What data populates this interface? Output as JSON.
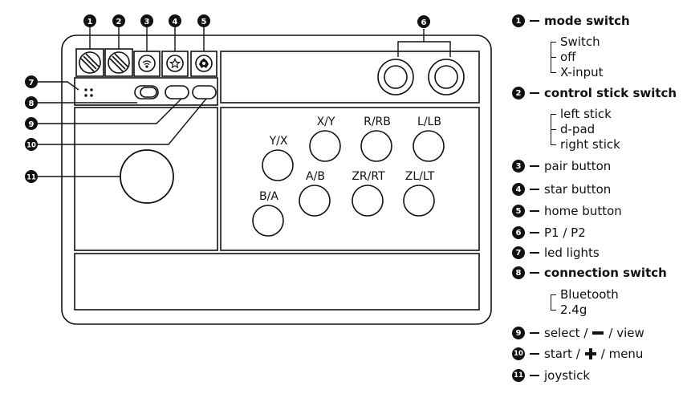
{
  "buttons": {
    "xy": "X/Y",
    "rrb": "R/RB",
    "llb": "L/LB",
    "yx": "Y/X",
    "ab": "A/B",
    "zrrt": "ZR/RT",
    "zllt": "ZL/LT",
    "ba": "B/A"
  },
  "callouts": [
    "❶",
    "❷",
    "❸",
    "❹",
    "❺",
    "❻",
    "❼",
    "❽",
    "❾",
    "❿",
    "⓫"
  ],
  "legend": {
    "item1": {
      "label": "mode switch",
      "options": [
        "Switch",
        "off",
        "X-input"
      ]
    },
    "item2": {
      "label": "control stick switch",
      "options": [
        "left stick",
        "d-pad",
        "right stick"
      ]
    },
    "item3": {
      "label": "pair button"
    },
    "item4": {
      "label": "star button"
    },
    "item5": {
      "label": "home button"
    },
    "item6": {
      "label": "P1 / P2"
    },
    "item7": {
      "label": "led lights"
    },
    "item8": {
      "label": "connection switch",
      "options": [
        "Bluetooth",
        "2.4g"
      ]
    },
    "item9": {
      "prefix": "select /",
      "suffix": "/ view"
    },
    "item10": {
      "prefix": "start /",
      "suffix": "/ menu"
    },
    "item11": {
      "label": "joystick"
    }
  },
  "icons": [
    "wifi-icon",
    "star-icon",
    "home-icon",
    "minus-icon",
    "plus-icon"
  ],
  "colors": {
    "ink": "#111111",
    "background": "#ffffff"
  }
}
